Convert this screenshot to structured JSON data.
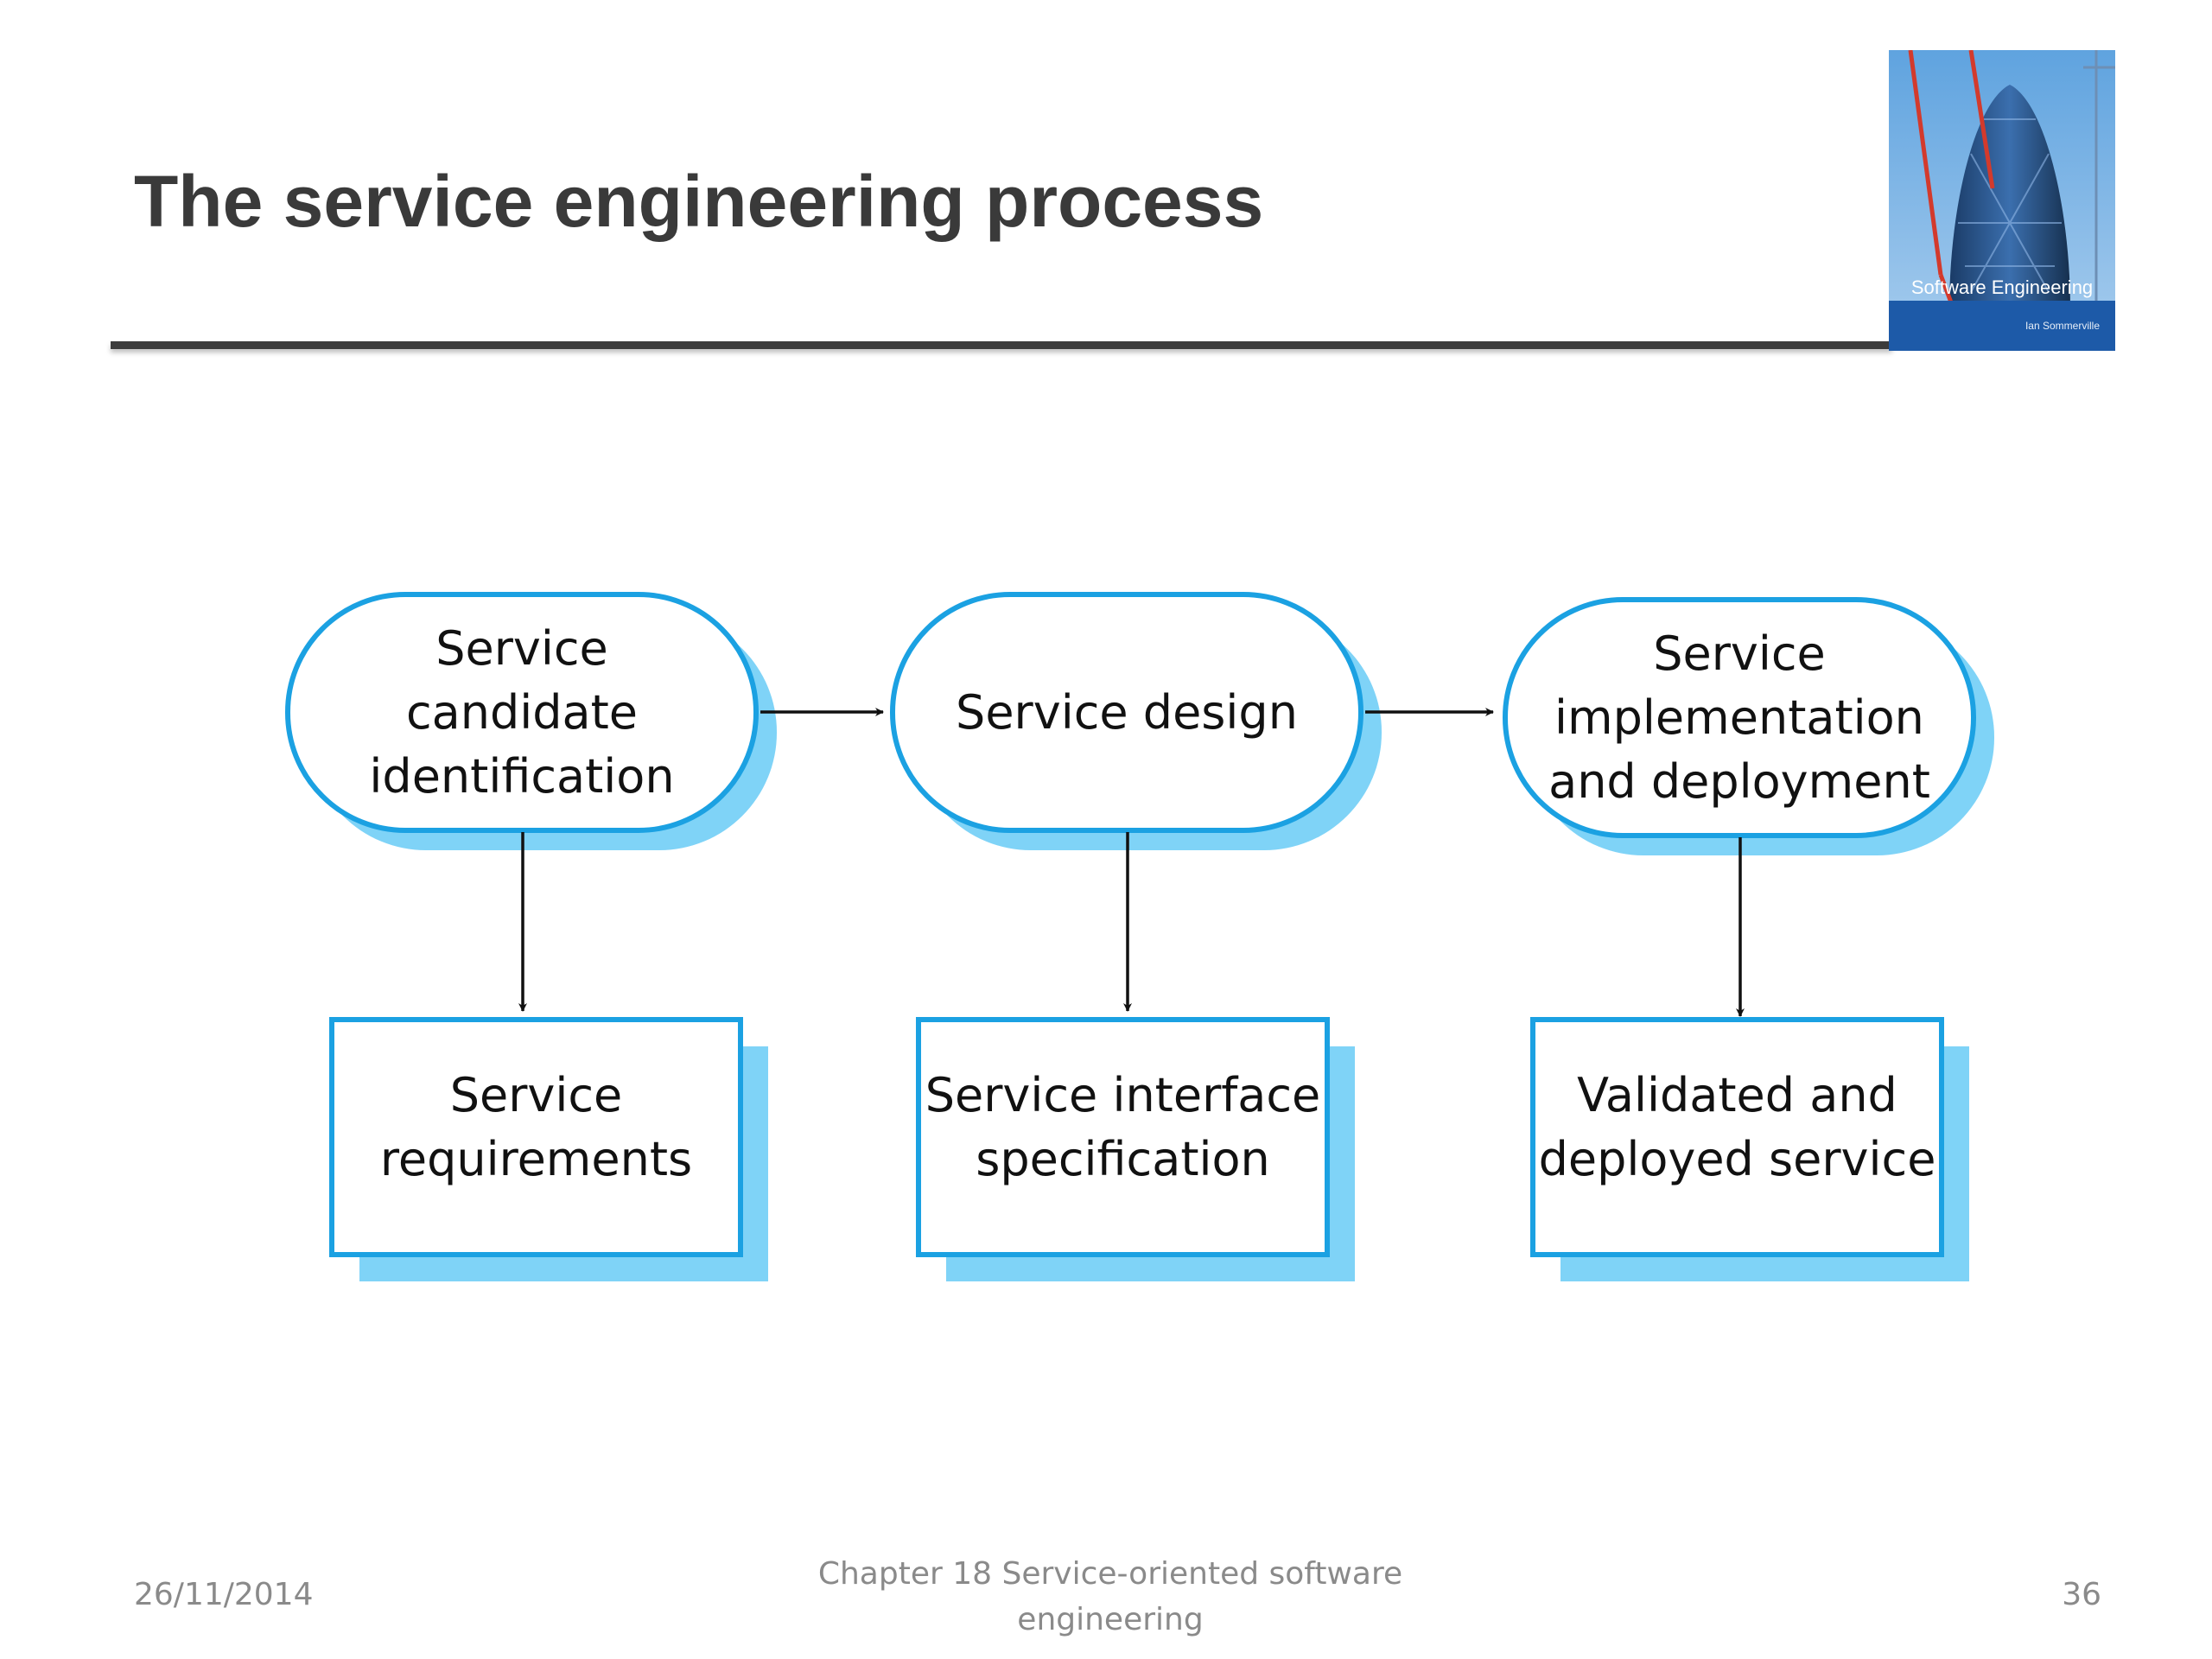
{
  "slide": {
    "title": "The service engineering process",
    "book_cover": {
      "title": "Software Engineering",
      "author": "Ian Sommerville"
    }
  },
  "diagram": {
    "process_steps": [
      {
        "label": "Service\ncandidate\nidentification"
      },
      {
        "label": "Service design"
      },
      {
        "label": "Service\nimplementation\nand deployment"
      }
    ],
    "outputs": [
      {
        "label": "Service\nrequirements"
      },
      {
        "label": "Service interface\nspecification"
      },
      {
        "label": "Validated and\ndeployed service"
      }
    ],
    "colors": {
      "stroke": "#1ba1e2",
      "shadow": "#7fd3f7",
      "fill": "#ffffff",
      "arrow": "#111111"
    }
  },
  "footer": {
    "date": "26/11/2014",
    "chapter": "Chapter 18 Service-oriented software\nengineering",
    "page": "36"
  }
}
